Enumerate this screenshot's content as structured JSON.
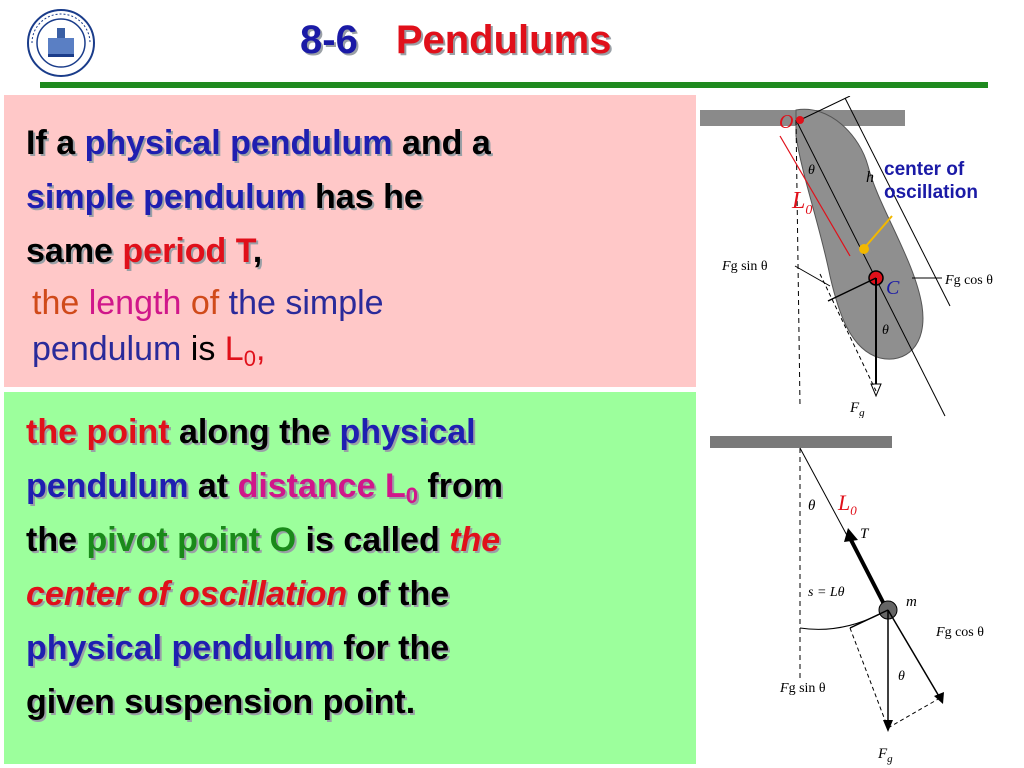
{
  "header": {
    "section_number": "8-6",
    "title": "Pendulums"
  },
  "box1": {
    "line1_parts": [
      "If a ",
      "physical pendulum",
      " and a "
    ],
    "line2_parts": [
      "simple pendulum",
      " has  he"
    ],
    "line3_parts": [
      "same ",
      "period T",
      ","
    ],
    "sub_parts": [
      "the ",
      "length ",
      "of ",
      "the simple"
    ],
    "sub_line2_parts": [
      "pendulum ",
      "is ",
      "L",
      "0",
      ","
    ]
  },
  "box2": {
    "l1": [
      "the point",
      " along the ",
      "physical"
    ],
    "l2": [
      "pendulum",
      " at ",
      "distance L",
      "0",
      " from"
    ],
    "l3": [
      "the ",
      "pivot point O",
      " is called ",
      "the"
    ],
    "l4": [
      "center of oscillation",
      " of the"
    ],
    "l5": [
      "physical pendulum",
      " for the"
    ],
    "l6": [
      "given suspension point."
    ]
  },
  "figure_top": {
    "pivot_label": "O",
    "length_label": "L",
    "length_sub": "0",
    "h_label": "h",
    "theta": "θ",
    "fg_sin": "F",
    "fg_sin_tail": "g sin θ",
    "fg_cos": "F",
    "fg_cos_tail": "g cos θ",
    "fg": "F",
    "fg_tail": "g",
    "com_label": "C",
    "callout_line1": "center of",
    "callout_line2": "oscillation"
  },
  "figure_bottom": {
    "length_label": "L",
    "length_sub": "0",
    "theta": "θ",
    "tension": "T",
    "arc_label": "s = Lθ",
    "mass_label": "m",
    "fg_cos": "F",
    "fg_cos_tail": "g cos θ",
    "fg_sin": "F",
    "fg_sin_tail": "g sin θ",
    "fg": "F",
    "fg_tail": "g"
  }
}
